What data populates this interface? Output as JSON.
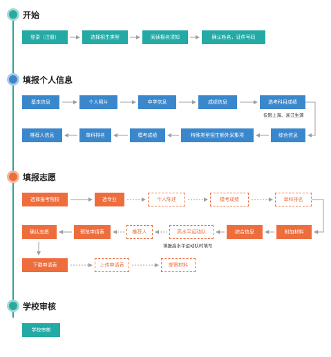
{
  "sections": [
    {
      "title": "开始",
      "color": "#2aa9a0"
    },
    {
      "title": "填报个人信息",
      "color": "#3b87cc"
    },
    {
      "title": "填报志愿",
      "color": "#ed6d3d"
    },
    {
      "title": "学校审核",
      "color": "#2aa9a0"
    }
  ],
  "start": [
    "登录（注册）",
    "选择招生类型",
    "阅读报名须知",
    "确认姓名，证件号码"
  ],
  "personal": {
    "row1": [
      "基本信息",
      "个人照片",
      "中学信息",
      "成绩信息",
      "选考科目成绩"
    ],
    "row1_note": "仅限上海、浙江生源",
    "row2": [
      "推荐人信息",
      "单科排名",
      "模考成绩",
      "特殊类型招生额外采集项",
      "综合信息"
    ]
  },
  "volunteer": {
    "row1": [
      "选择报考院校",
      "选专业",
      "个人陈述",
      "模考成绩",
      "单科排名"
    ],
    "row2": [
      "确认志愿",
      "预览申请表",
      "推荐人",
      "高水平运动队",
      "综合信息",
      "附加材料"
    ],
    "row2_note": "填报高水平运动队时填写",
    "row3": [
      "下载申请表",
      "上传申请表",
      "邮寄材料"
    ]
  },
  "review": [
    "学校审核"
  ],
  "colors": {
    "teal": "#24aaa4",
    "blue": "#3b87cc",
    "orange": "#ed6d3d",
    "arrow": "#9e9e9e",
    "spine": "#2f9f9c"
  }
}
